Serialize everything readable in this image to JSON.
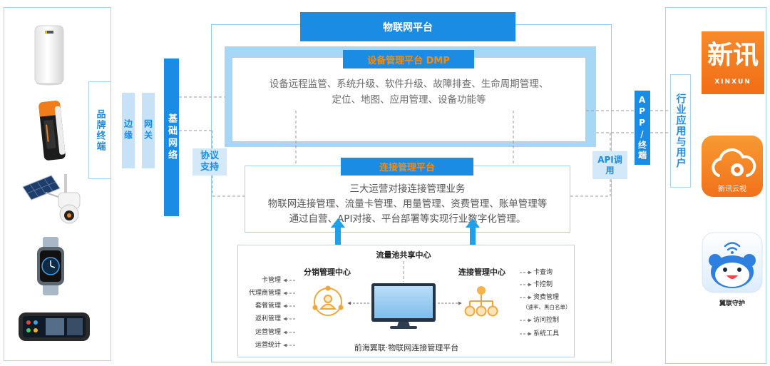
{
  "platform": {
    "title": "物联网平台"
  },
  "terminals": {
    "label": "品牌终端",
    "devices": [
      "router-icon",
      "rugged-terminal-icon",
      "solar-camera-icon",
      "smartwatch-icon",
      "dashcam-mirror-icon"
    ]
  },
  "network": {
    "edge": "边缘",
    "gateway": "网关",
    "base_network": "基础网络",
    "protocol_support": "协议支持"
  },
  "dmp": {
    "title": "设备管理平台 DMP",
    "lines": [
      "设备远程监管、系统升级、软件升级、故障排查、生命周期管理、",
      "定位、地图、应用管理、设备功能等"
    ]
  },
  "cmp": {
    "title": "连接管理平台",
    "lines": [
      "三大运营对接连接管理业务",
      "物联网连接管理、流量卡管理、用量管理、资费管理、账单管理等",
      "通过自营、API对接、平台部署等实现行业数字化管理。"
    ]
  },
  "connection_platform": {
    "pool_center": "流量池共享中心",
    "distribution_center": "分销管理中心",
    "connection_center": "连接管理中心",
    "distribution_items": [
      "卡管理",
      "代理商管理",
      "套餐管理",
      "返利管理",
      "运营管理",
      "运营统计"
    ],
    "connection_items": [
      "卡查询",
      "卡控制",
      "资费管理",
      "（速率、黑白名单）",
      "访问控制",
      "系统工具"
    ],
    "footer": "前海翼联·物联网连接管理平台",
    "icons": [
      "distribution-people-icon",
      "monitor-icon",
      "org-chart-icon"
    ]
  },
  "apps": {
    "app_terminal": "APP/终端",
    "api_call": "API调用",
    "industry_users": "行业应用与用户",
    "xinxun_logo": {
      "text": "新讯",
      "sub": "XINXUN"
    },
    "cloud_view": "新讯云视",
    "guard": "翼联守护"
  },
  "colors": {
    "primary": "#1a8ce4",
    "accent_orange": "#ff8a00",
    "light_fill": "#c7e2f7",
    "dmp_fill": "#a7d7f7",
    "frame": "#a9d4f2",
    "app_orange": "#f47b20"
  }
}
